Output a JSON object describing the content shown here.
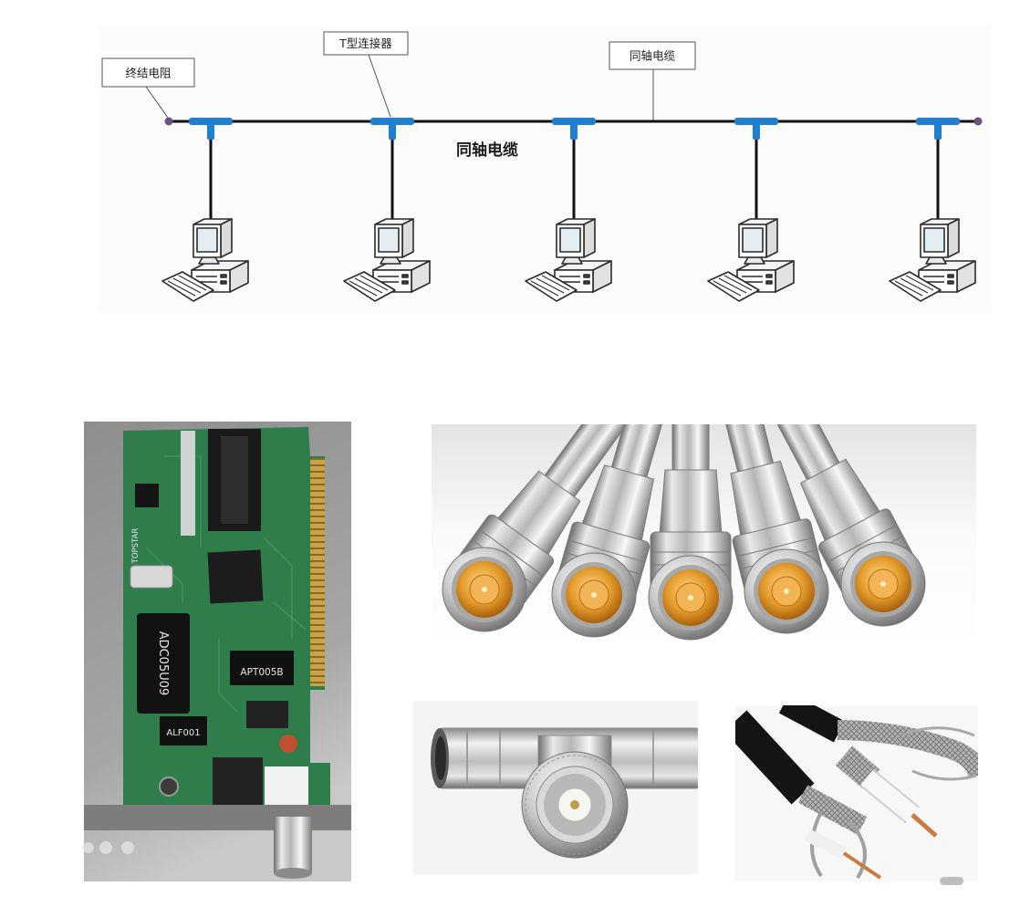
{
  "diagram": {
    "labels": {
      "terminator": "终结电阻",
      "t_connector": "T型连接器",
      "coax_callout": "同轴电缆",
      "coax_center": "同轴电缆"
    },
    "computers": [
      {
        "icon": "desktop-computer-icon"
      },
      {
        "icon": "desktop-computer-icon"
      },
      {
        "icon": "desktop-computer-icon"
      },
      {
        "icon": "desktop-computer-icon"
      },
      {
        "icon": "desktop-computer-icon"
      }
    ],
    "t_connectors": [
      {
        "icon": "t-connector-icon"
      },
      {
        "icon": "t-connector-icon"
      },
      {
        "icon": "t-connector-icon"
      },
      {
        "icon": "t-connector-icon"
      },
      {
        "icon": "t-connector-icon"
      }
    ],
    "terminators": [
      {
        "icon": "terminator-icon"
      },
      {
        "icon": "terminator-icon"
      }
    ],
    "colors": {
      "cable": "#111111",
      "t_connector": "#1f7fd0",
      "terminator": "#6e5080",
      "callout_border": "#555555"
    }
  },
  "photos": {
    "network_card": {
      "icon": "network-interface-card-photo",
      "chip_labels": {
        "brand": "TOPSTAR",
        "module": "ADC05U09",
        "transformer": "APT005B",
        "filter": "ALF001"
      },
      "colors": {
        "pcb": "#2e7d4a",
        "gold_fingers": "#c9a24a"
      }
    },
    "bnc_connectors": {
      "icon": "bnc-connector-photo",
      "colors": {
        "contact": "#e39a2b",
        "shell": "#c8c8c8"
      }
    },
    "t_connector": {
      "icon": "bnc-t-connector-photo",
      "colors": {
        "shell": "#c8c8c8"
      }
    },
    "coax_cable": {
      "icon": "coaxial-cable-photo",
      "colors": {
        "jacket": "#141414",
        "conductor": "#c87d3f"
      }
    }
  },
  "carousel": {
    "icon": "pagination-dots-icon"
  }
}
